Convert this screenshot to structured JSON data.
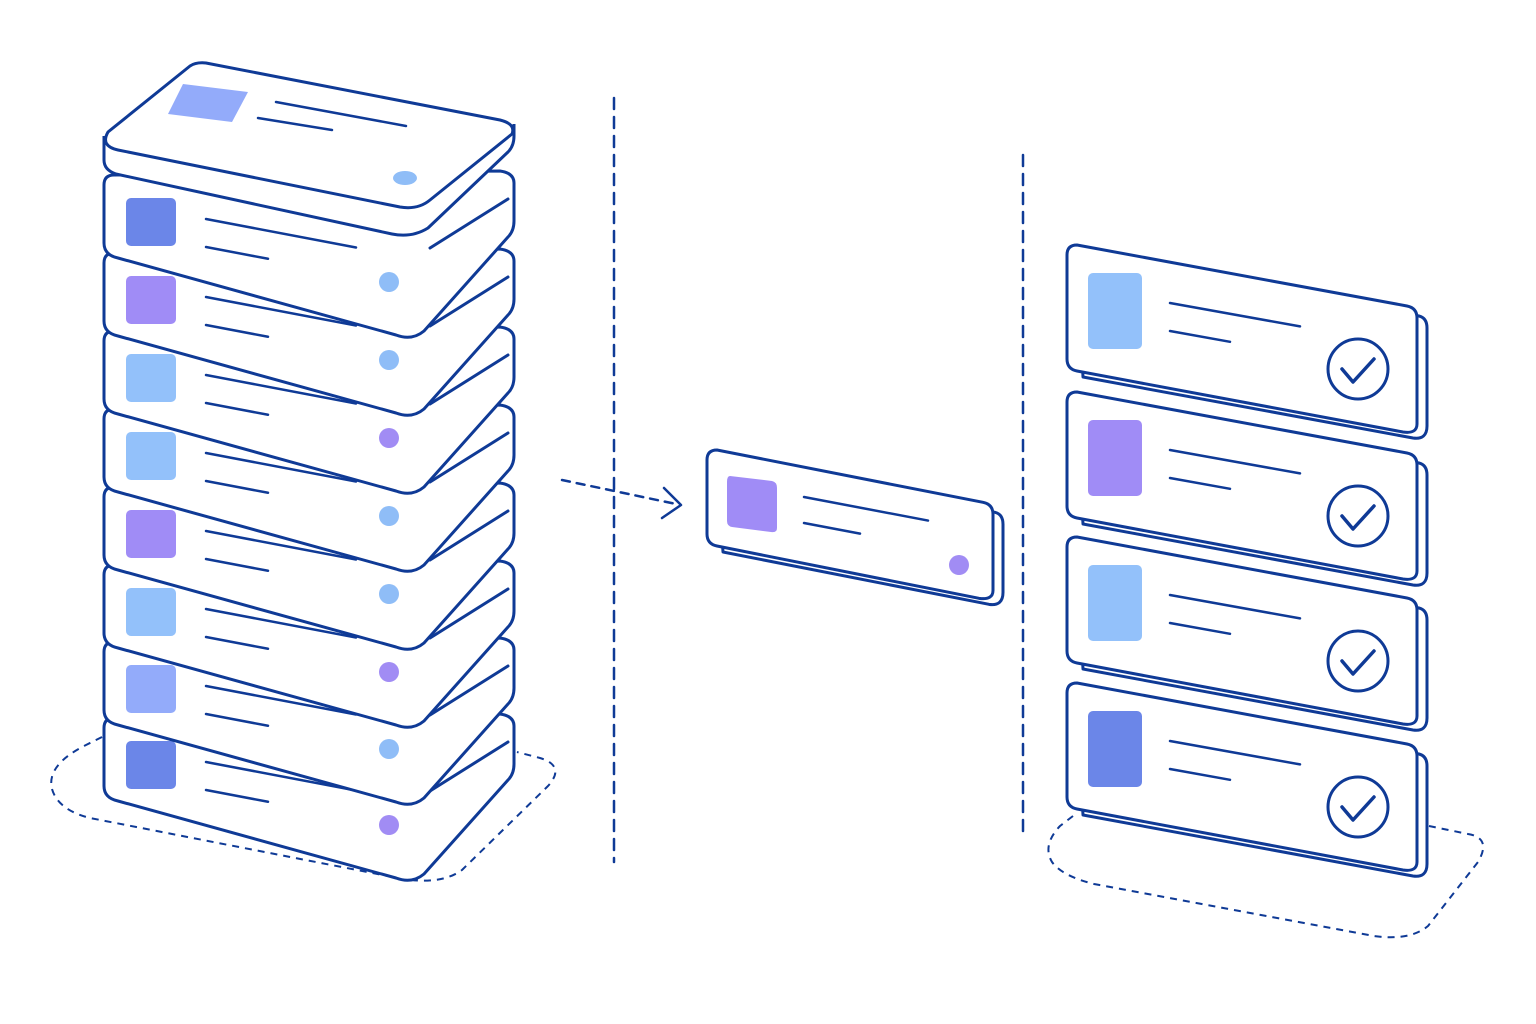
{
  "colors": {
    "stroke": "#0f3a96",
    "background": "#ffffff",
    "card_fill": "#ffffff",
    "swatch_royal": "#6b86e8",
    "swatch_violet": "#a08cf6",
    "swatch_sky": "#93c1fa",
    "swatch_periwinkle": "#93abfa",
    "dot_sky": "#8fbdf7",
    "dot_violet": "#a18cf4"
  },
  "stack": {
    "top_card": {
      "swatch": "swatch_periwinkle",
      "dot": "dot_sky"
    },
    "cards": [
      {
        "swatch": "swatch_royal",
        "dot": "dot_sky"
      },
      {
        "swatch": "swatch_violet",
        "dot": "dot_sky"
      },
      {
        "swatch": "swatch_sky",
        "dot": "dot_violet"
      },
      {
        "swatch": "swatch_sky",
        "dot": "dot_sky"
      },
      {
        "swatch": "swatch_violet",
        "dot": "dot_sky"
      },
      {
        "swatch": "swatch_sky",
        "dot": "dot_violet"
      },
      {
        "swatch": "swatch_periwinkle",
        "dot": "dot_sky"
      },
      {
        "swatch": "swatch_royal",
        "dot": "dot_violet"
      }
    ]
  },
  "moving_card": {
    "swatch": "swatch_violet",
    "dot": "dot_violet"
  },
  "done_list": {
    "cards": [
      {
        "swatch": "swatch_sky",
        "icon": "check-circle-icon"
      },
      {
        "swatch": "swatch_violet",
        "icon": "check-circle-icon"
      },
      {
        "swatch": "swatch_sky",
        "icon": "check-circle-icon"
      },
      {
        "swatch": "swatch_royal",
        "icon": "check-circle-icon"
      }
    ]
  },
  "connector": {
    "icon": "arrow-right-icon",
    "style": "dashed"
  }
}
